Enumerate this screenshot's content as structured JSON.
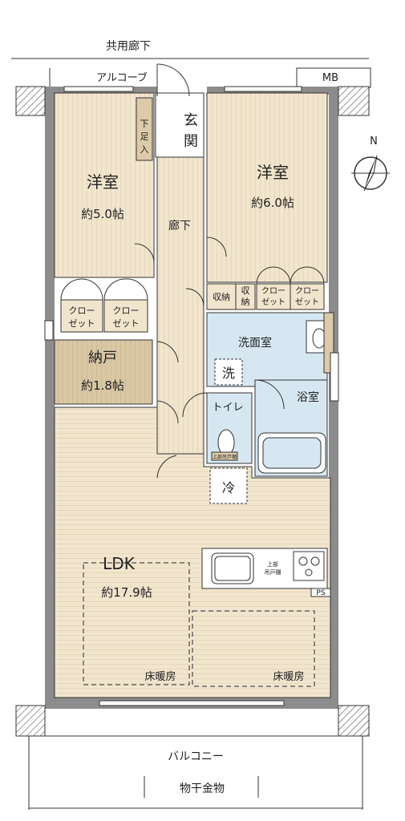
{
  "labels": {
    "common_corridor": "共用廊下",
    "alcove": "アルコーブ",
    "mb": "MB",
    "genkan": "玄関",
    "shoe_box": "下足入",
    "hallway": "廊下",
    "western_left": "洋室",
    "western_left_size": "約5.0帖",
    "western_right": "洋室",
    "western_right_size": "約6.0帖",
    "storage1": "収納",
    "storage2": "収納",
    "closet": "クロー\nゼット",
    "nando": "納戸",
    "nando_size": "約1.8帖",
    "washroom": "洗面室",
    "washer": "洗",
    "bath": "浴室",
    "toilet": "トイレ",
    "fridge": "冷",
    "ldk": "LDK",
    "ldk_size": "約17.9帖",
    "floor_heating": "床暖房",
    "ps": "PS",
    "balcony": "バルコニー",
    "laundry_hardware": "物干金物",
    "compass_n": "N",
    "range_hood": "上部\n吊戸棚",
    "toilet_cabinet": "上部吊戸棚"
  },
  "colors": {
    "wall": "#8c8c8c",
    "wood_floor": "#f1e5cd",
    "wood_line": "#d9c9a8",
    "nando_floor": "#d9c7a4",
    "wet_area": "#d6e7f1",
    "line": "#333333"
  }
}
